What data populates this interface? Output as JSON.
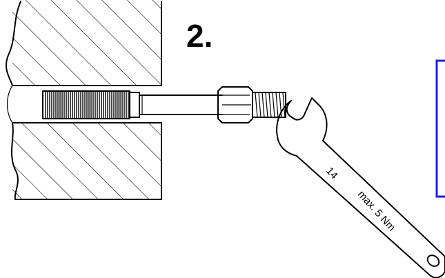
{
  "step_label": "2.",
  "wrench": {
    "size_label": "14",
    "torque_label": "max. 5 Nm"
  },
  "colors": {
    "line": "#000000",
    "frame_accent": "#1a1aff",
    "background": "#ffffff"
  }
}
